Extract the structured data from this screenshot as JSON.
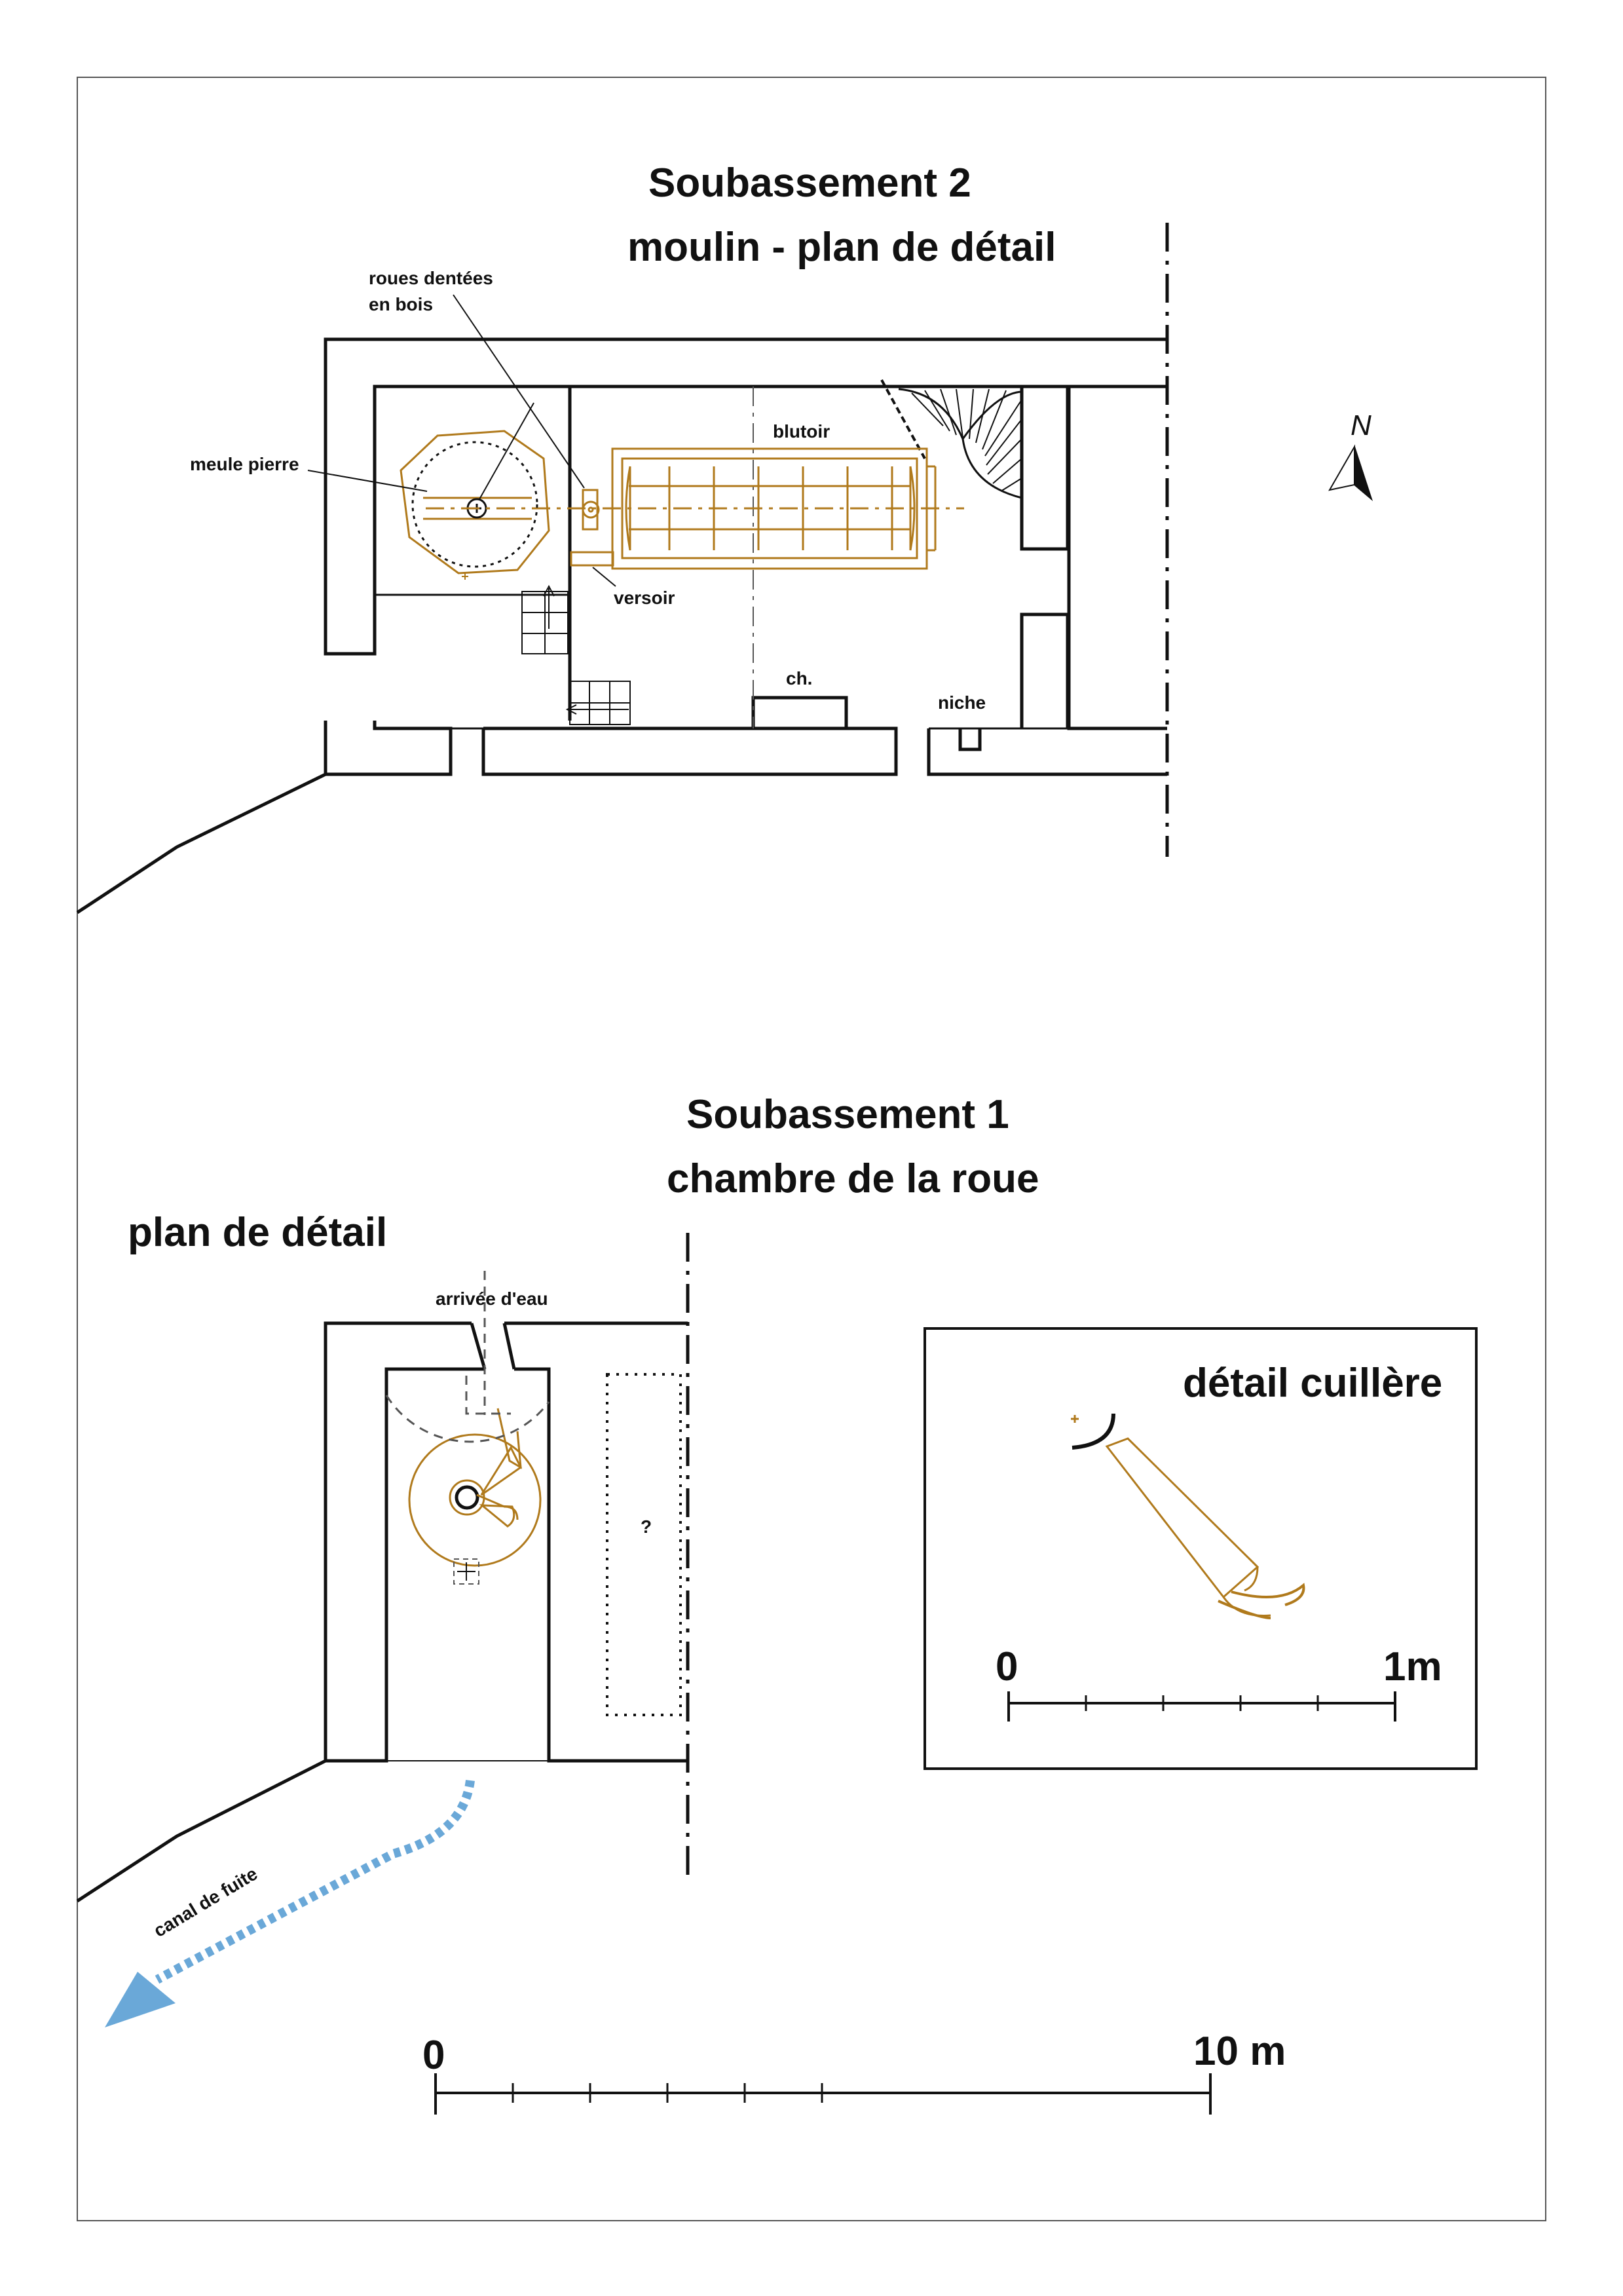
{
  "colors": {
    "walls": "#111111",
    "machinery": "#b07a1c",
    "water": "#6aa8d8",
    "background": "#ffffff",
    "axis": "#555555"
  },
  "upper_plan": {
    "title_line1": "Soubassement 2",
    "title_line2": "moulin - plan de détail",
    "labels": {
      "roues_line1": "roues dentées",
      "roues_line2": "en bois",
      "meule": "meule pierre",
      "blutoir": "blutoir",
      "versoir": "versoir",
      "cheminee": "ch.",
      "niche": "niche"
    }
  },
  "north_arrow": {
    "label": "N"
  },
  "lower_plan": {
    "title_line1": "Soubassement 1",
    "title_line2": "chambre de la roue",
    "subtitle": "plan de détail",
    "labels": {
      "arrivee": "arrivée d'eau",
      "unknown": "?",
      "canal": "canal  de fuite"
    }
  },
  "detail_box": {
    "title": "détail cuillère",
    "scale_start": "0",
    "scale_end": "1m",
    "scale_ticks": 5
  },
  "main_scale": {
    "start": "0",
    "end": "10 m",
    "ticks": 5
  }
}
